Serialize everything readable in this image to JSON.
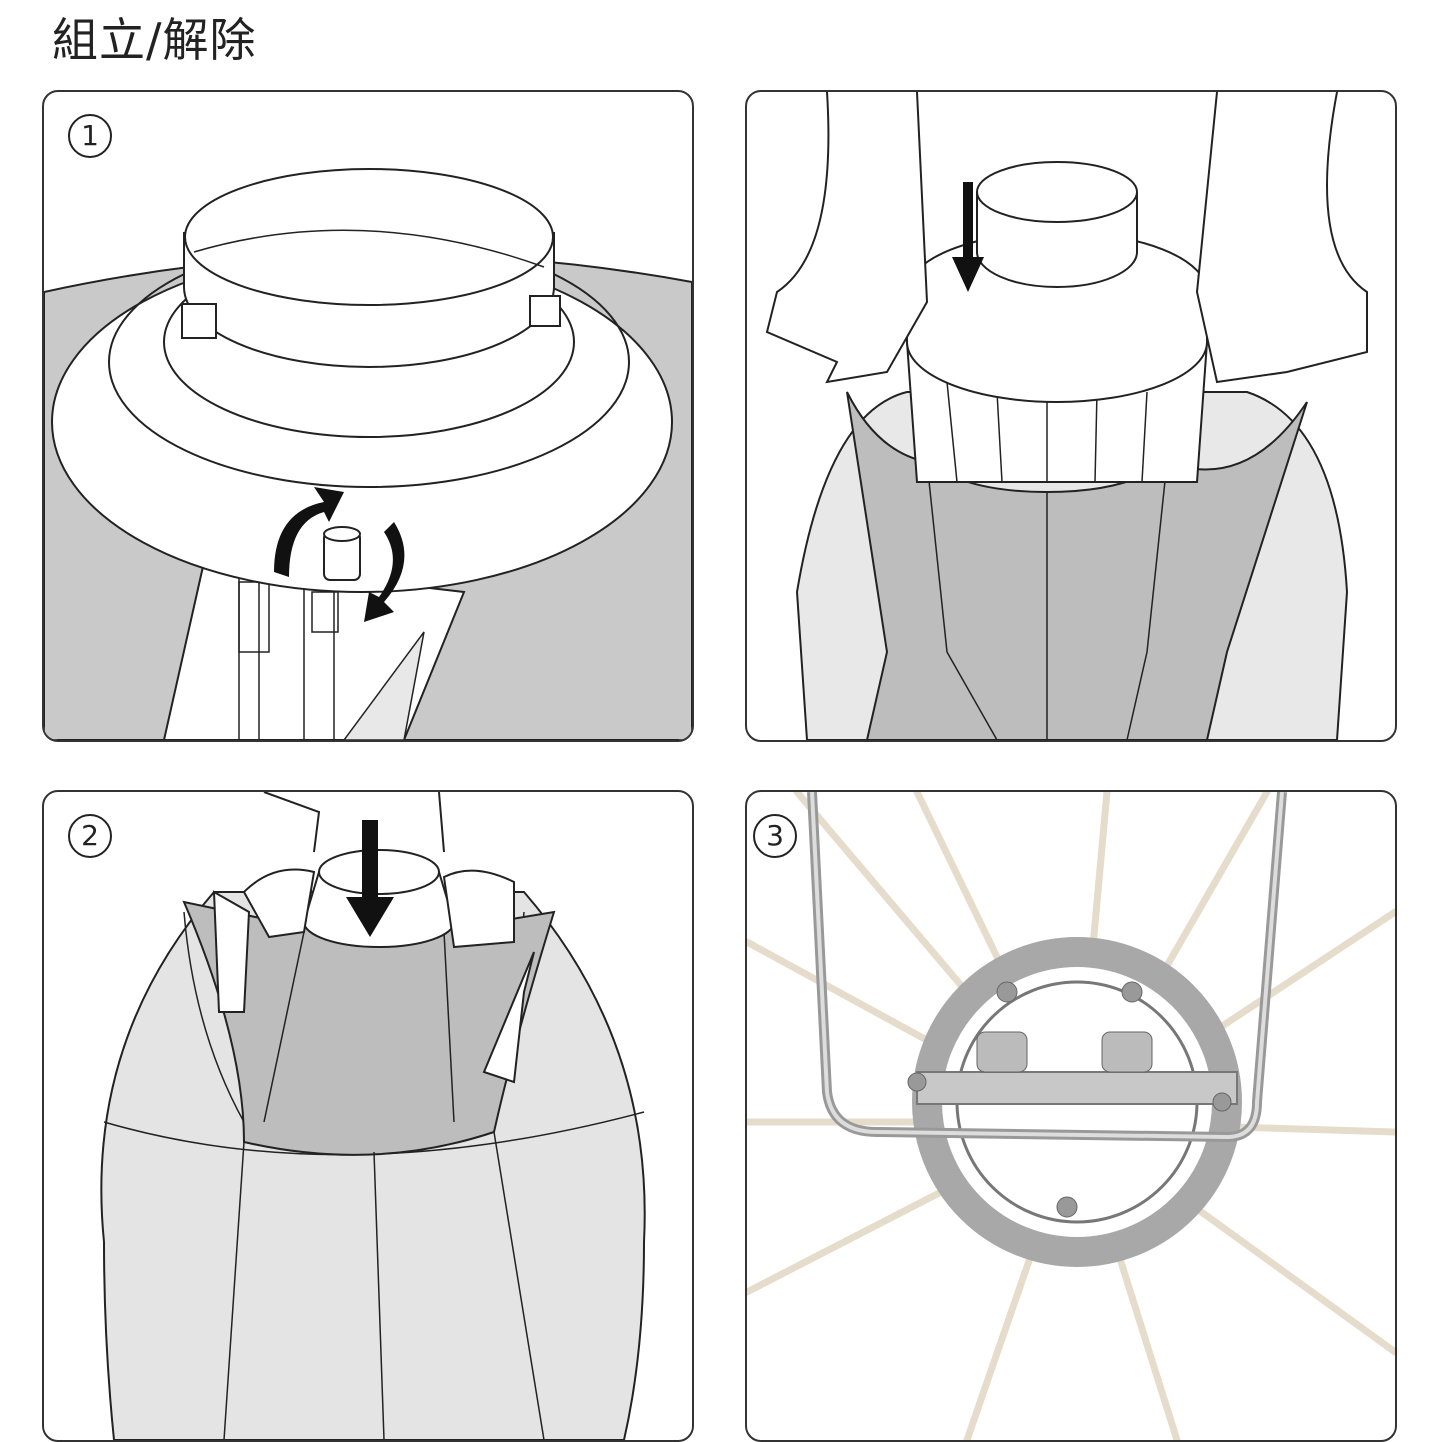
{
  "title": "組立/解除",
  "steps": [
    {
      "number": "1"
    },
    {
      "number": ""
    },
    {
      "number": "2"
    },
    {
      "number": "3"
    }
  ],
  "colors": {
    "fabric_light": "#e6e6e6",
    "fabric_mid": "#cfcfcf",
    "fabric_dark": "#a9a9a9",
    "line": "#222222"
  }
}
